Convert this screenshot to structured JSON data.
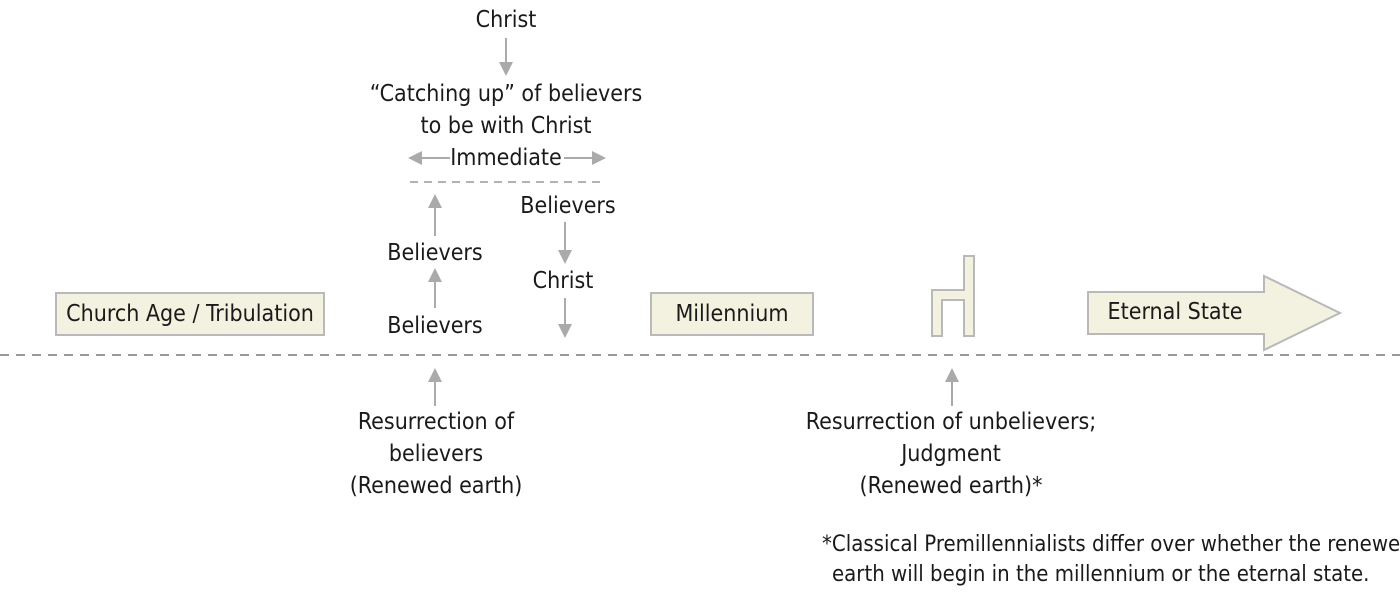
{
  "rapture": {
    "christ_top": "Christ",
    "catching_up_line1": "“Catching up” of believers",
    "catching_up_line2": "to be with Christ",
    "immediate": "Immediate",
    "believers_right": "Believers",
    "christ_mid": "Christ",
    "believers_upper": "Believers",
    "believers_lower": "Believers"
  },
  "timeline": {
    "church_age": "Church Age / Tribulation",
    "millennium": "Millennium",
    "eternal_state": "Eternal State"
  },
  "below": {
    "resurrection_believers_line1": "Resurrection of",
    "resurrection_believers_line2": "believers",
    "resurrection_believers_line3": "(Renewed earth)",
    "resurrection_unbelievers_line1": "Resurrection of unbelievers;",
    "resurrection_unbelievers_line2": "Judgment",
    "resurrection_unbelievers_line3": "(Renewed earth)*"
  },
  "footnote": {
    "line1": "*Classical Premillennialists differ over whether the renewed",
    "line2": "earth will begin in the millennium or the eternal state."
  },
  "colors": {
    "box_fill": "#f3f1df",
    "box_border": "#b9b9b9",
    "arrow": "#aaaaaa",
    "dashed_line": "#999999",
    "text": "#1a1a1a"
  }
}
